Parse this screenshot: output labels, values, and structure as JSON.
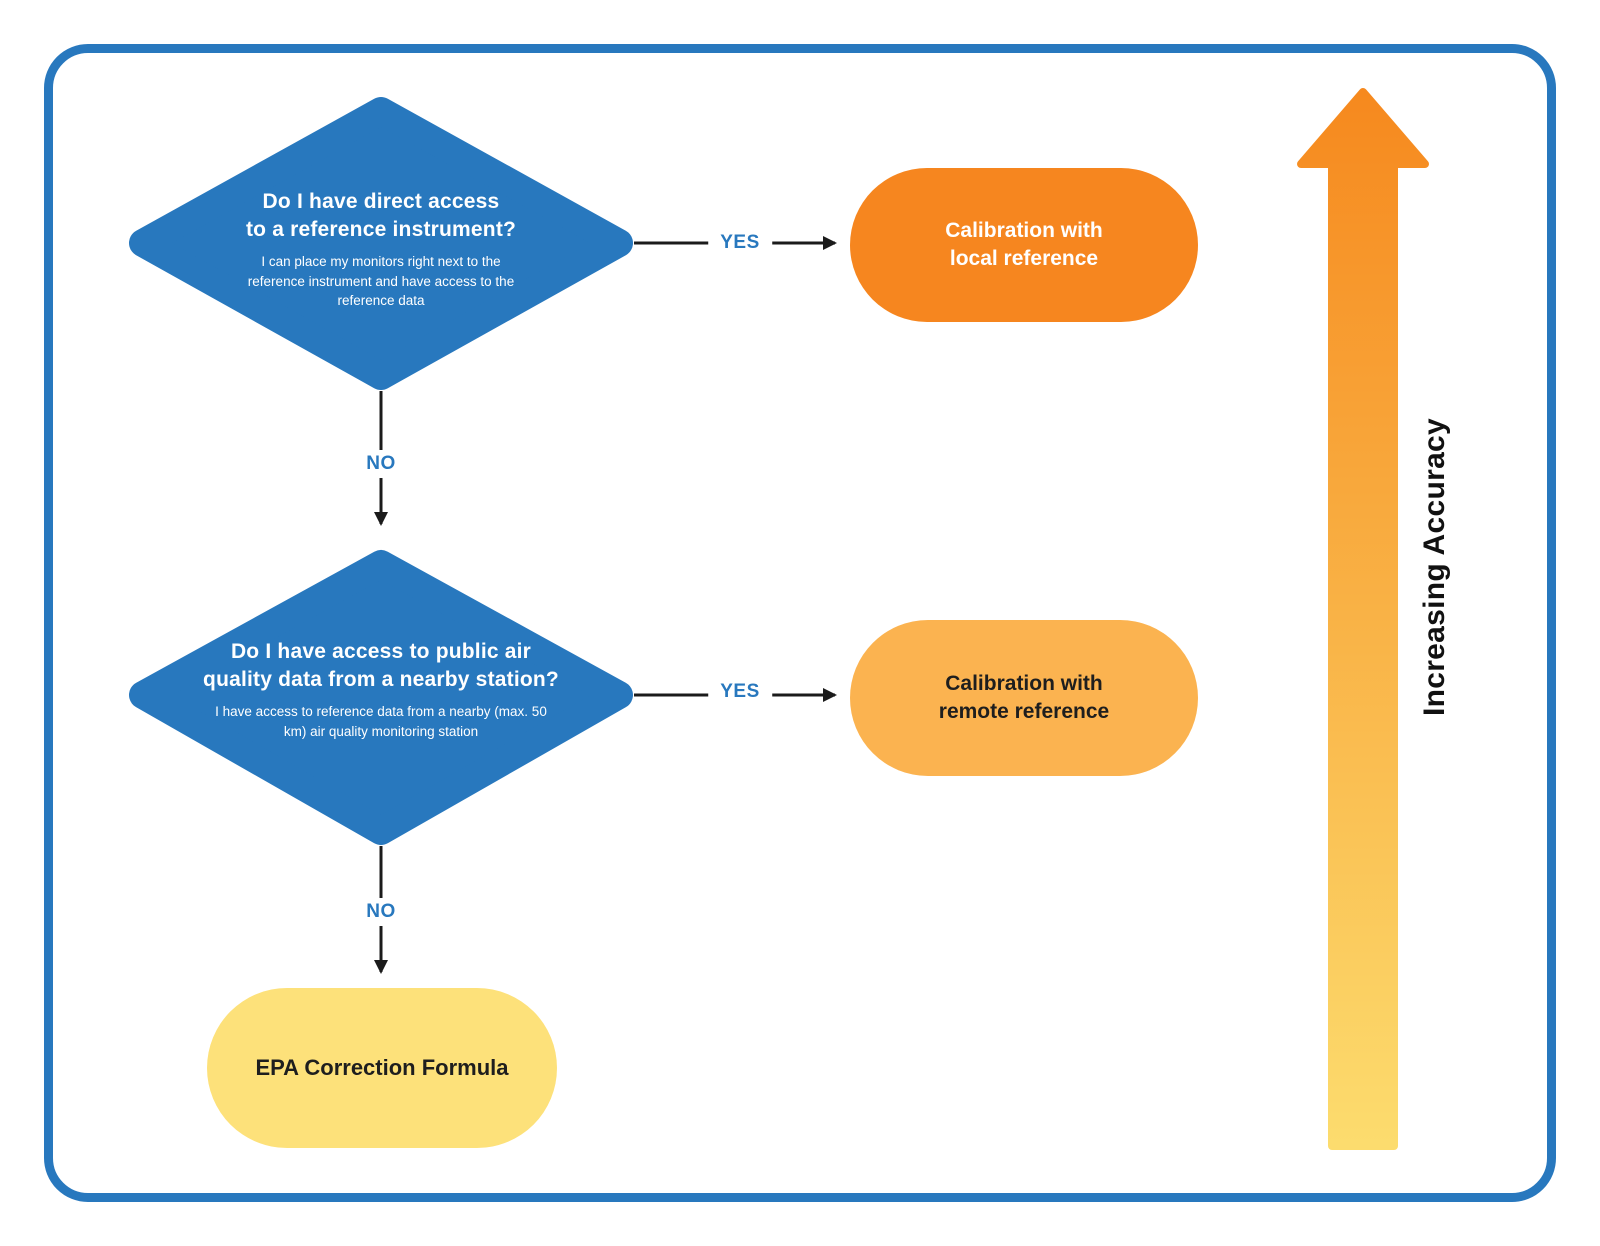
{
  "colors": {
    "frame-blue": "#2878BE",
    "node-blue": "#2878BE",
    "orange": "#F6861F",
    "orange-light": "#FBB350",
    "yellow": "#FDE17A",
    "grad-top": "#F6891E",
    "grad-bottom": "#FCDC6E",
    "line": "#1b1b1b",
    "label-blue": "#2878BE",
    "text-dark": "#1e1e1e"
  },
  "diagram": {
    "decision1": {
      "title_line1": "Do I have direct access",
      "title_line2": "to a reference instrument?",
      "subtext": "I can place my monitors right next to the reference instrument  and have access to the reference data"
    },
    "decision2": {
      "title_line1": "Do I have access to public air",
      "title_line2": "quality data from a nearby station?",
      "subtext": "I have access to reference data from a nearby (max. 50 km) air quality monitoring station"
    },
    "outcome_local": {
      "line1": "Calibration with",
      "line2": "local reference"
    },
    "outcome_remote": {
      "line1": "Calibration with",
      "line2": "remote reference"
    },
    "outcome_epa": {
      "label": "EPA Correction Formula"
    },
    "labels": {
      "yes1": "YES",
      "no1": "NO",
      "yes2": "YES",
      "no2": "NO"
    },
    "axis": {
      "label": "Increasing Accuracy"
    }
  }
}
